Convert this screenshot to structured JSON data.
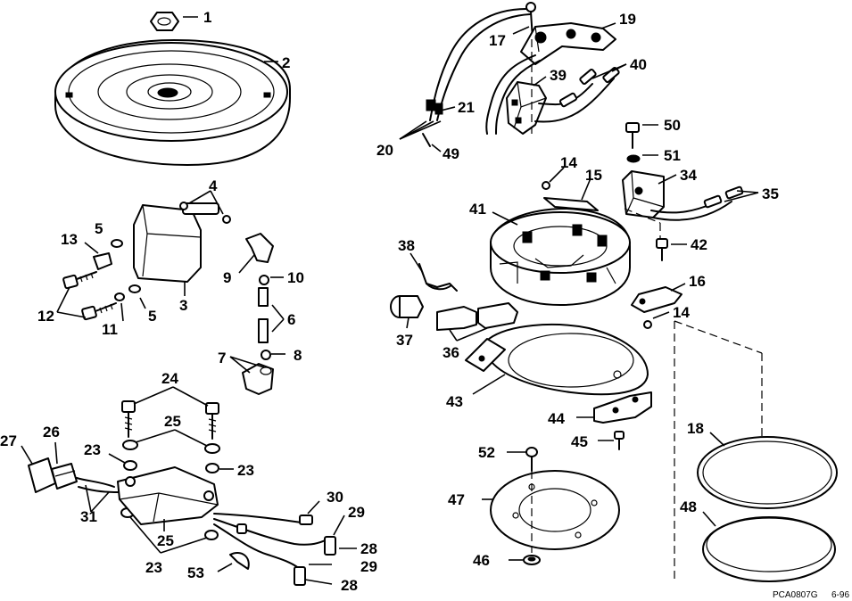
{
  "callouts": [
    {
      "id": "c1",
      "text": "1"
    },
    {
      "id": "c2",
      "text": "2"
    },
    {
      "id": "c3",
      "text": "3"
    },
    {
      "id": "c4",
      "text": "4"
    },
    {
      "id": "c5a",
      "text": "5"
    },
    {
      "id": "c5b",
      "text": "5"
    },
    {
      "id": "c6",
      "text": "6"
    },
    {
      "id": "c7",
      "text": "7"
    },
    {
      "id": "c8",
      "text": "8"
    },
    {
      "id": "c9",
      "text": "9"
    },
    {
      "id": "c10",
      "text": "10"
    },
    {
      "id": "c11",
      "text": "11"
    },
    {
      "id": "c12",
      "text": "12"
    },
    {
      "id": "c13",
      "text": "13"
    },
    {
      "id": "c14a",
      "text": "14"
    },
    {
      "id": "c14b",
      "text": "14"
    },
    {
      "id": "c15",
      "text": "15"
    },
    {
      "id": "c16",
      "text": "16"
    },
    {
      "id": "c17",
      "text": "17"
    },
    {
      "id": "c18",
      "text": "18"
    },
    {
      "id": "c19",
      "text": "19"
    },
    {
      "id": "c20",
      "text": "20"
    },
    {
      "id": "c21",
      "text": "21"
    },
    {
      "id": "c23a",
      "text": "23"
    },
    {
      "id": "c23b",
      "text": "23"
    },
    {
      "id": "c23c",
      "text": "23"
    },
    {
      "id": "c24",
      "text": "24"
    },
    {
      "id": "c25a",
      "text": "25"
    },
    {
      "id": "c25b",
      "text": "25"
    },
    {
      "id": "c26",
      "text": "26"
    },
    {
      "id": "c27",
      "text": "27"
    },
    {
      "id": "c28a",
      "text": "28"
    },
    {
      "id": "c28b",
      "text": "28"
    },
    {
      "id": "c29a",
      "text": "29"
    },
    {
      "id": "c29b",
      "text": "29"
    },
    {
      "id": "c30",
      "text": "30"
    },
    {
      "id": "c31",
      "text": "31"
    },
    {
      "id": "c34",
      "text": "34"
    },
    {
      "id": "c35",
      "text": "35"
    },
    {
      "id": "c36",
      "text": "36"
    },
    {
      "id": "c37",
      "text": "37"
    },
    {
      "id": "c38",
      "text": "38"
    },
    {
      "id": "c39",
      "text": "39"
    },
    {
      "id": "c40",
      "text": "40"
    },
    {
      "id": "c41",
      "text": "41"
    },
    {
      "id": "c42",
      "text": "42"
    },
    {
      "id": "c43",
      "text": "43"
    },
    {
      "id": "c44",
      "text": "44"
    },
    {
      "id": "c45",
      "text": "45"
    },
    {
      "id": "c46",
      "text": "46"
    },
    {
      "id": "c47",
      "text": "47"
    },
    {
      "id": "c48",
      "text": "48"
    },
    {
      "id": "c49",
      "text": "49"
    },
    {
      "id": "c50",
      "text": "50"
    },
    {
      "id": "c51",
      "text": "51"
    },
    {
      "id": "c52",
      "text": "52"
    },
    {
      "id": "c53",
      "text": "53"
    }
  ],
  "drawing_code": "PCA0807G",
  "revision": "6-96"
}
